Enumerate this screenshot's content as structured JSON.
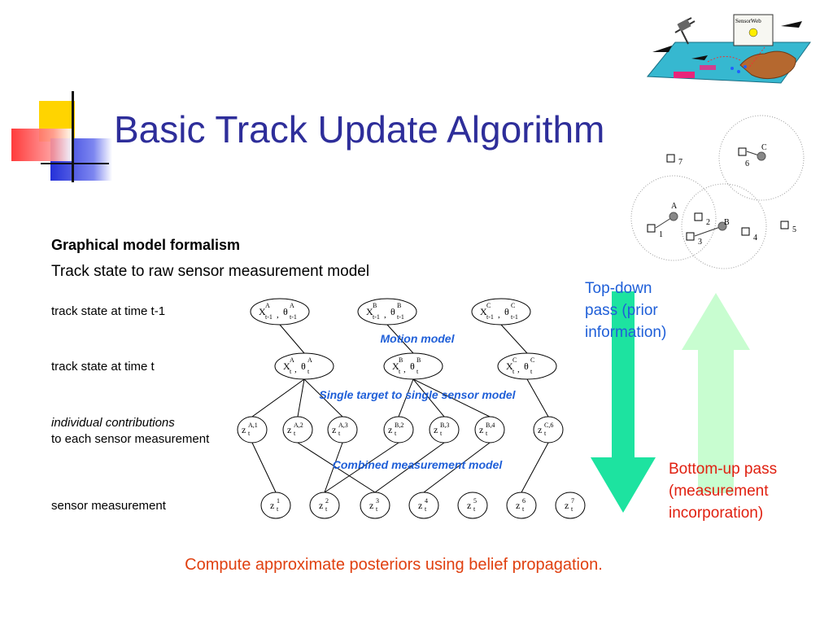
{
  "slide": {
    "title": "Basic Track Update Algorithm",
    "heading": "Graphical model formalism",
    "subheading": "Track state to raw sensor measurement model",
    "footer": "Compute approximate posteriors using belief propagation."
  },
  "row_labels": {
    "prev_state": "track state at time t-1",
    "cur_state": "track state at time t",
    "contrib_line1": "individual contributions",
    "contrib_line2": "to each sensor measurement",
    "measurement": "sensor measurement"
  },
  "model_labels": {
    "motion": "Motion model",
    "single": "Single target to single sensor model",
    "combined": "Combined measurement model"
  },
  "passes": {
    "top_down_lines": [
      "Top-down",
      "pass (prior",
      "information)"
    ],
    "bottom_up_lines": [
      "Bottom-up pass",
      "(measurement",
      "incorporation)"
    ],
    "top_down_color": "#1de3a0",
    "bottom_up_color": "#c8fdd0"
  },
  "graph": {
    "prev_nodes": [
      {
        "sym": "X",
        "target": "A",
        "sub": "t-1",
        "theta_sub": "t-1"
      },
      {
        "sym": "X",
        "target": "B",
        "sub": "t-1",
        "theta_sub": "t-1"
      },
      {
        "sym": "X",
        "target": "C",
        "sub": "t-1",
        "theta_sub": "t-1"
      }
    ],
    "cur_nodes": [
      {
        "sym": "X",
        "target": "A",
        "sub": "t",
        "theta_sub": "t"
      },
      {
        "sym": "X",
        "target": "B",
        "sub": "t",
        "theta_sub": "t"
      },
      {
        "sym": "X",
        "target": "C",
        "sub": "t",
        "theta_sub": "t"
      }
    ],
    "contrib_nodes": [
      {
        "sym": "Z",
        "sup": "A,1",
        "sub": "t"
      },
      {
        "sym": "Z",
        "sup": "A,2",
        "sub": "t"
      },
      {
        "sym": "Z",
        "sup": "A,3",
        "sub": "t"
      },
      {
        "sym": "Z",
        "sup": "B,2",
        "sub": "t"
      },
      {
        "sym": "Z",
        "sup": "B,3",
        "sub": "t"
      },
      {
        "sym": "Z",
        "sup": "B,4",
        "sub": "t"
      },
      {
        "sym": "Z",
        "sup": "C,6",
        "sub": "t"
      }
    ],
    "meas_nodes": [
      {
        "sym": "Z",
        "sup": "1",
        "sub": "t"
      },
      {
        "sym": "Z",
        "sup": "2",
        "sub": "t"
      },
      {
        "sym": "Z",
        "sup": "3",
        "sub": "t"
      },
      {
        "sym": "Z",
        "sup": "4",
        "sub": "t"
      },
      {
        "sym": "Z",
        "sup": "5",
        "sub": "t"
      },
      {
        "sym": "Z",
        "sup": "6",
        "sub": "t"
      },
      {
        "sym": "Z",
        "sup": "7",
        "sub": "t"
      }
    ]
  },
  "sensor_map": {
    "targets": [
      "A",
      "B",
      "C"
    ],
    "sensors": [
      "1",
      "2",
      "3",
      "4",
      "5",
      "6",
      "7"
    ]
  },
  "logo": {
    "label": "SensorWeb",
    "name": "sensorweb-logo"
  }
}
